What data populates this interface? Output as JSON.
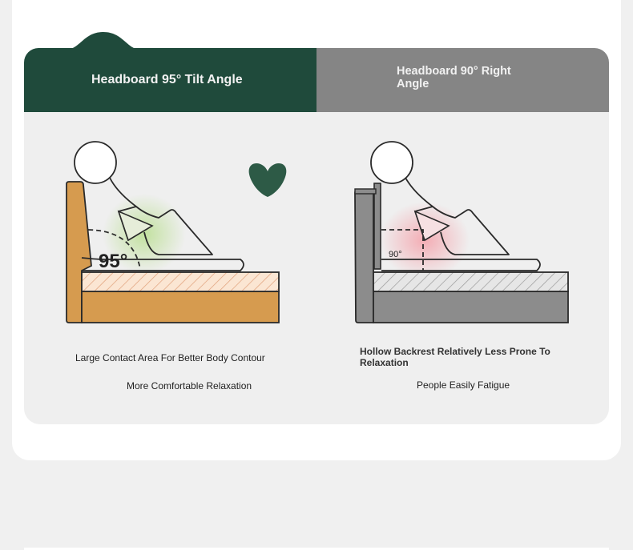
{
  "tabs": {
    "active_label": "Headboard 95° Tilt Angle",
    "inactive_label": "Headboard 90° Right Angle"
  },
  "left": {
    "angle_label": "95°",
    "caption_1": "Large Contact Area For Better Body Contour",
    "caption_2": "More Comfortable Relaxation"
  },
  "right": {
    "angle_label": "90°",
    "caption_1": "Hollow Backrest Relatively Less Prone To Relaxation",
    "caption_2": "People Easily Fatigue"
  },
  "colors": {
    "brand_green": "#1f4a3b",
    "inactive_gray": "#858585",
    "bed_orange": "#d69b4f",
    "bed_gray": "#8c8c8c",
    "contact_green": "#c7e3a6",
    "contact_pink": "#f4b6bb"
  },
  "icons": [
    "heart-icon"
  ]
}
